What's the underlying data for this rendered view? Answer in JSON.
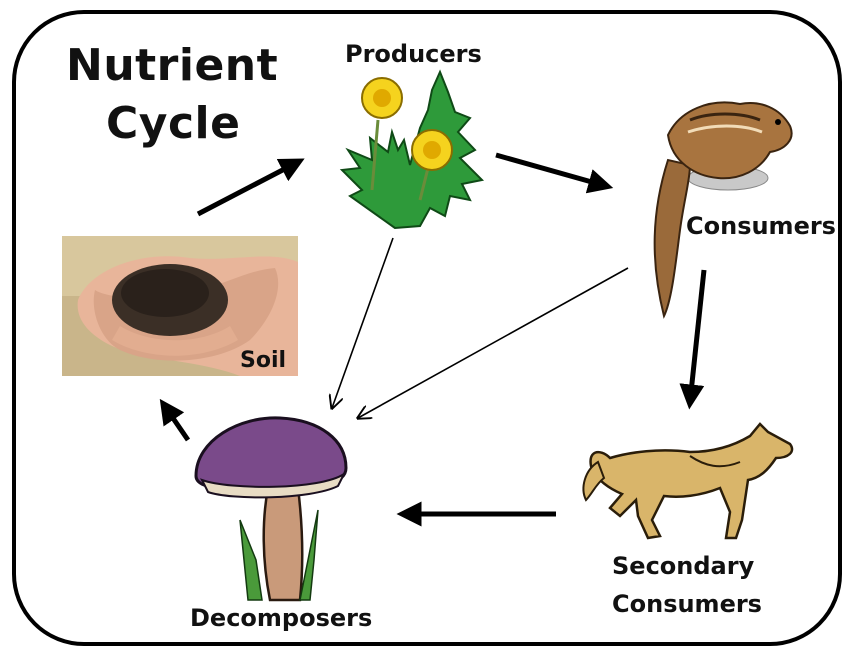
{
  "diagram": {
    "title_line1": "Nutrient",
    "title_line2": "Cycle",
    "nodes": {
      "producers": "Producers",
      "consumers": "Consumers",
      "secondary_line1": "Secondary",
      "secondary_line2": "Consumers",
      "decomposers": "Decomposers",
      "soil": "Soil"
    }
  }
}
